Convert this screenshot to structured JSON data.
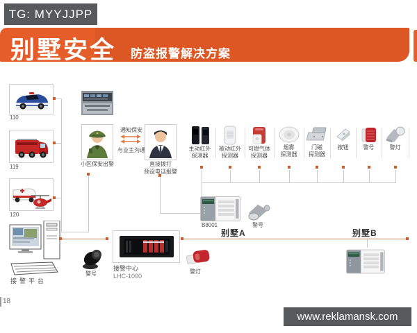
{
  "tg_label": "TG: MYYJJPP",
  "header": {
    "title": "别墅安全",
    "subtitle": "防盗报警解决方案"
  },
  "vehicles": [
    {
      "label": "110"
    },
    {
      "label": "119"
    },
    {
      "label": "120"
    }
  ],
  "community": {
    "guard_label": "小区保安出警",
    "notify": "通知保安",
    "communicate": "与业主沟通",
    "dial_line1": "直接拨打",
    "dial_line2": "预设电话报警"
  },
  "detectors": [
    {
      "line1": "主动红外",
      "line2": "探测器"
    },
    {
      "line1": "被动红外",
      "line2": "探测器"
    },
    {
      "line1": "可燃气体",
      "line2": "探测器"
    },
    {
      "line1": "烟雾",
      "line2": "探测器"
    },
    {
      "line1": "门磁",
      "line2": "探测器"
    },
    {
      "line1": "按钮",
      "line2": ""
    },
    {
      "line1": "警号",
      "line2": ""
    },
    {
      "line1": "警灯",
      "line2": ""
    }
  ],
  "villa_a": {
    "panel_label": "B8001",
    "siren_label": "警号",
    "name": "别墅A"
  },
  "villa_b": {
    "name": "别墅B"
  },
  "center": {
    "platform_label": "接警平台",
    "siren_label": "警号",
    "name": "接警中心",
    "model": "LHC-1000",
    "beacon_label": "警灯"
  },
  "footer": {
    "page": "18",
    "site": "www.reklamansk.com"
  },
  "colors": {
    "accent": "#e55d28",
    "node": "#cc5f2d",
    "line_orange": "#c67c50",
    "line_gray": "#c9c9c9"
  }
}
